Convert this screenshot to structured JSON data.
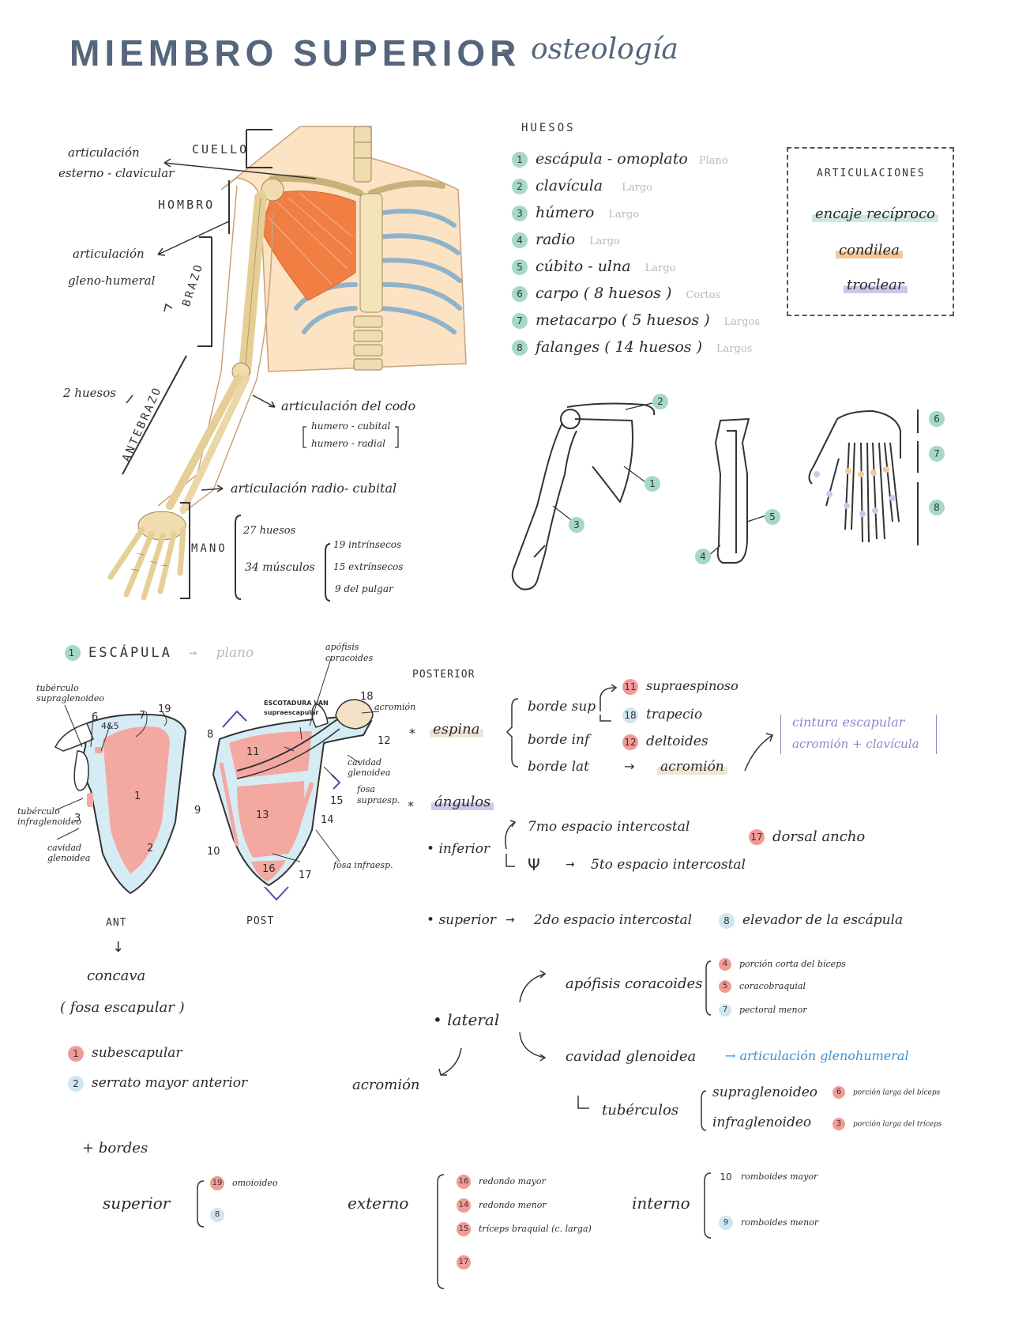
{
  "header": {
    "title": "MIEMBRO SUPERIOR",
    "dash": "-",
    "subtitle": "osteología"
  },
  "figure": {
    "cuello": "CUELLO",
    "hombro": "HOMBRO",
    "brazo": "BRAZO",
    "antebrazo": "ANTEBRAZO",
    "mano": "MANO",
    "art_esterno_1": "articulación",
    "art_esterno_2": "esterno - clavicular",
    "art_gleno_1": "articulación",
    "art_gleno_2": "gleno-humeral",
    "dos_huesos": "2 huesos",
    "art_codo": "articulación del codo",
    "humero_cubital": "humero - cubital",
    "humero_radial": "humero - radial",
    "art_radio": "articulación radio- cubital",
    "huesos_27": "27 huesos",
    "musculos_34": "34 músculos",
    "intrinsecos": "19 intrínsecos",
    "extrinsecos": "15 extrínsecos",
    "pulgar": "9 del pulgar"
  },
  "huesos": {
    "heading": "HUESOS",
    "items": [
      {
        "n": "1",
        "name": "escápula - omoplato",
        "type": "Plano"
      },
      {
        "n": "2",
        "name": "clavícula",
        "type": "Largo"
      },
      {
        "n": "3",
        "name": "húmero",
        "type": "Largo"
      },
      {
        "n": "4",
        "name": "radio",
        "type": "Largo"
      },
      {
        "n": "5",
        "name": "cúbito - ulna",
        "type": "Largo"
      },
      {
        "n": "6",
        "name": "carpo ( 8 huesos )",
        "type": "Cortos"
      },
      {
        "n": "7",
        "name": "metacarpo ( 5 huesos )",
        "type": "Largos"
      },
      {
        "n": "8",
        "name": "falanges ( 14 huesos )",
        "type": "Largos"
      }
    ]
  },
  "articulaciones": {
    "heading": "ARTICULACIONES",
    "items": [
      "encaje recíproco",
      "condilea",
      "troclear"
    ]
  },
  "bone_numbers": {
    "n1": "1",
    "n2": "2",
    "n3": "3",
    "n4": "4",
    "n5": "5",
    "n6": "6",
    "n7": "7",
    "n8": "8"
  },
  "escapula": {
    "n": "1",
    "title": "ESCÁPULA",
    "arrow": "→",
    "plano": "plano",
    "apofisis": "apófisis coracoides",
    "posterior": "POSTERIOR",
    "tub_supra": "tubérculo supraglenoideo",
    "tub_infra": "tubérculo infraglenoideo",
    "cavidad_glen": "cavidad glenoidea",
    "escotadura": "ESCOTADURA VAN supraescapular",
    "acromion_lbl": "acromión",
    "cavidad_glen2": "cavidad glenoidea",
    "fosa_supra": "fosa supraesp.",
    "fosa_infra": "fosa infraesp.",
    "ant": "ANT",
    "post": "POST",
    "down_arrow": "↓",
    "concava": "concava",
    "fosa_esc": "( fosa escapular )",
    "nums": {
      "a1": "1",
      "a2": "2",
      "a3": "3",
      "a45": "4&5",
      "a6": "6",
      "a7": "7",
      "a19": "19",
      "p8": "8",
      "p9": "9",
      "p10": "10",
      "p11": "11",
      "p12": "12",
      "p13": "13",
      "p14": "14",
      "p15": "15",
      "p16": "16",
      "p17": "17",
      "p18": "18"
    }
  },
  "espina": {
    "star": "*",
    "label": "espina",
    "borde_sup": "borde sup",
    "borde_inf": "borde inf",
    "borde_lat": "borde lat",
    "m11": {
      "n": "11",
      "t": "supraespinoso"
    },
    "m18": {
      "n": "18",
      "t": "trapecio"
    },
    "m12": {
      "n": "12",
      "t": "deltoides"
    },
    "arrow": "→",
    "acromion": "acromión",
    "cintura_1": "cintura escapular",
    "cintura_2": "acromión + clavícula"
  },
  "angulos": {
    "star": "*",
    "label": "ángulos",
    "inferior": "inferior",
    "septimo": "7mo espacio intercostal",
    "quinto": "5to espacio intercostal",
    "m17": {
      "n": "17",
      "t": "dorsal ancho"
    },
    "superior": "superior",
    "segundo": "2do espacio intercostal",
    "m8": {
      "n": "8",
      "t": "elevador de la escápula"
    }
  },
  "lateral": {
    "label": "lateral",
    "apofisis": "apófisis coracoides",
    "m4": {
      "n": "4",
      "t": "porción corta del bíceps"
    },
    "m5": {
      "n": "5",
      "t": "coracobraquial"
    },
    "m7": {
      "n": "7",
      "t": "pectoral menor"
    },
    "cavidad": "cavidad glenoidea",
    "art_gleno": "→ articulación glenohumeral",
    "acromion": "acromión",
    "tuberculos": "tubérculos",
    "supra": "supraglenoideo",
    "infra": "infraglenoideo",
    "m6": {
      "n": "6",
      "t": "porción larga del bíceps"
    },
    "m3": {
      "n": "3",
      "t": "porción larga del tríceps"
    }
  },
  "concava_muscles": {
    "m1": {
      "n": "1",
      "t": "subescapular"
    },
    "m2": {
      "n": "2",
      "t": "serrato mayor anterior"
    }
  },
  "bordes": {
    "label": "+ bordes",
    "superior": "superior",
    "m19": {
      "n": "19",
      "t": "omoioideo"
    },
    "m8": {
      "n": "8"
    },
    "externo": "externo",
    "m16": {
      "n": "16",
      "t": "redondo mayor"
    },
    "m14": {
      "n": "14",
      "t": "redondo menor"
    },
    "m15": {
      "n": "15",
      "t": "tríceps braquial (c. larga)"
    },
    "m17": {
      "n": "17"
    },
    "interno": "interno",
    "m10": {
      "n": "10",
      "t": "romboides mayor"
    },
    "m9": {
      "n": "9",
      "t": "romboides menor"
    }
  }
}
